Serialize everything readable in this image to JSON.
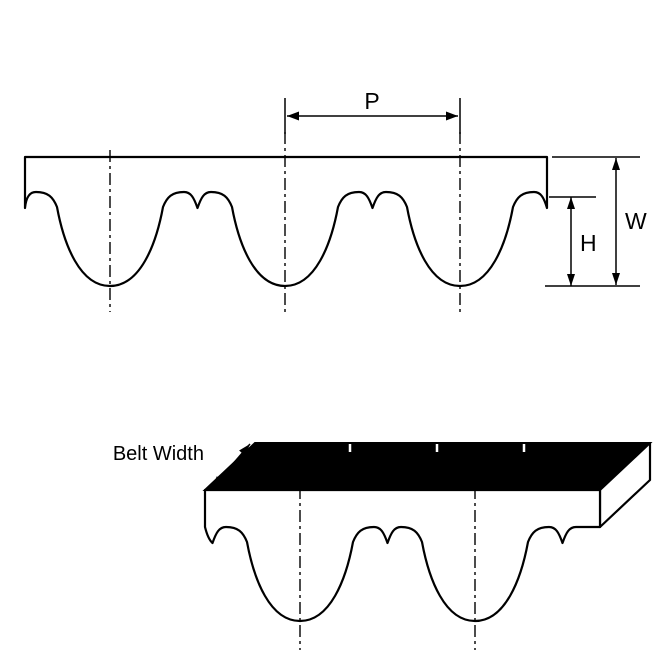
{
  "diagram": {
    "kind": "timing-belt-technical-drawing",
    "labels": {
      "pitch": "P",
      "overall_height": "W",
      "tooth_height": "H",
      "belt_width": "Belt Width"
    },
    "colors": {
      "line": "#000000",
      "belt_fill": "#ffffff",
      "top_surface": "#000000",
      "background": "#ffffff"
    },
    "views": {
      "profile_view": {
        "teeth_visible": 3
      },
      "perspective_view": {
        "teeth_visible": 2
      }
    }
  }
}
